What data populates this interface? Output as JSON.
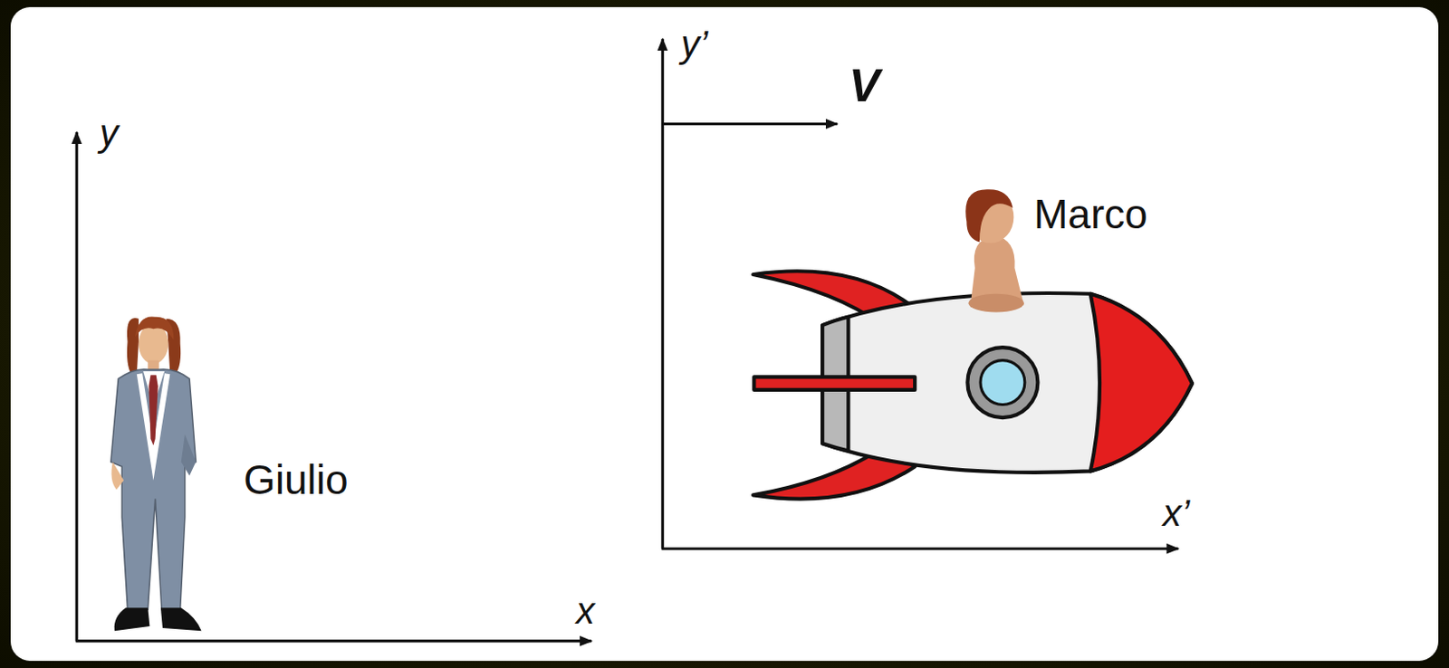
{
  "diagram": {
    "labels": [
      "y",
      "x",
      "Giulio",
      "y’",
      "V",
      "Marco",
      "x’"
    ]
  }
}
